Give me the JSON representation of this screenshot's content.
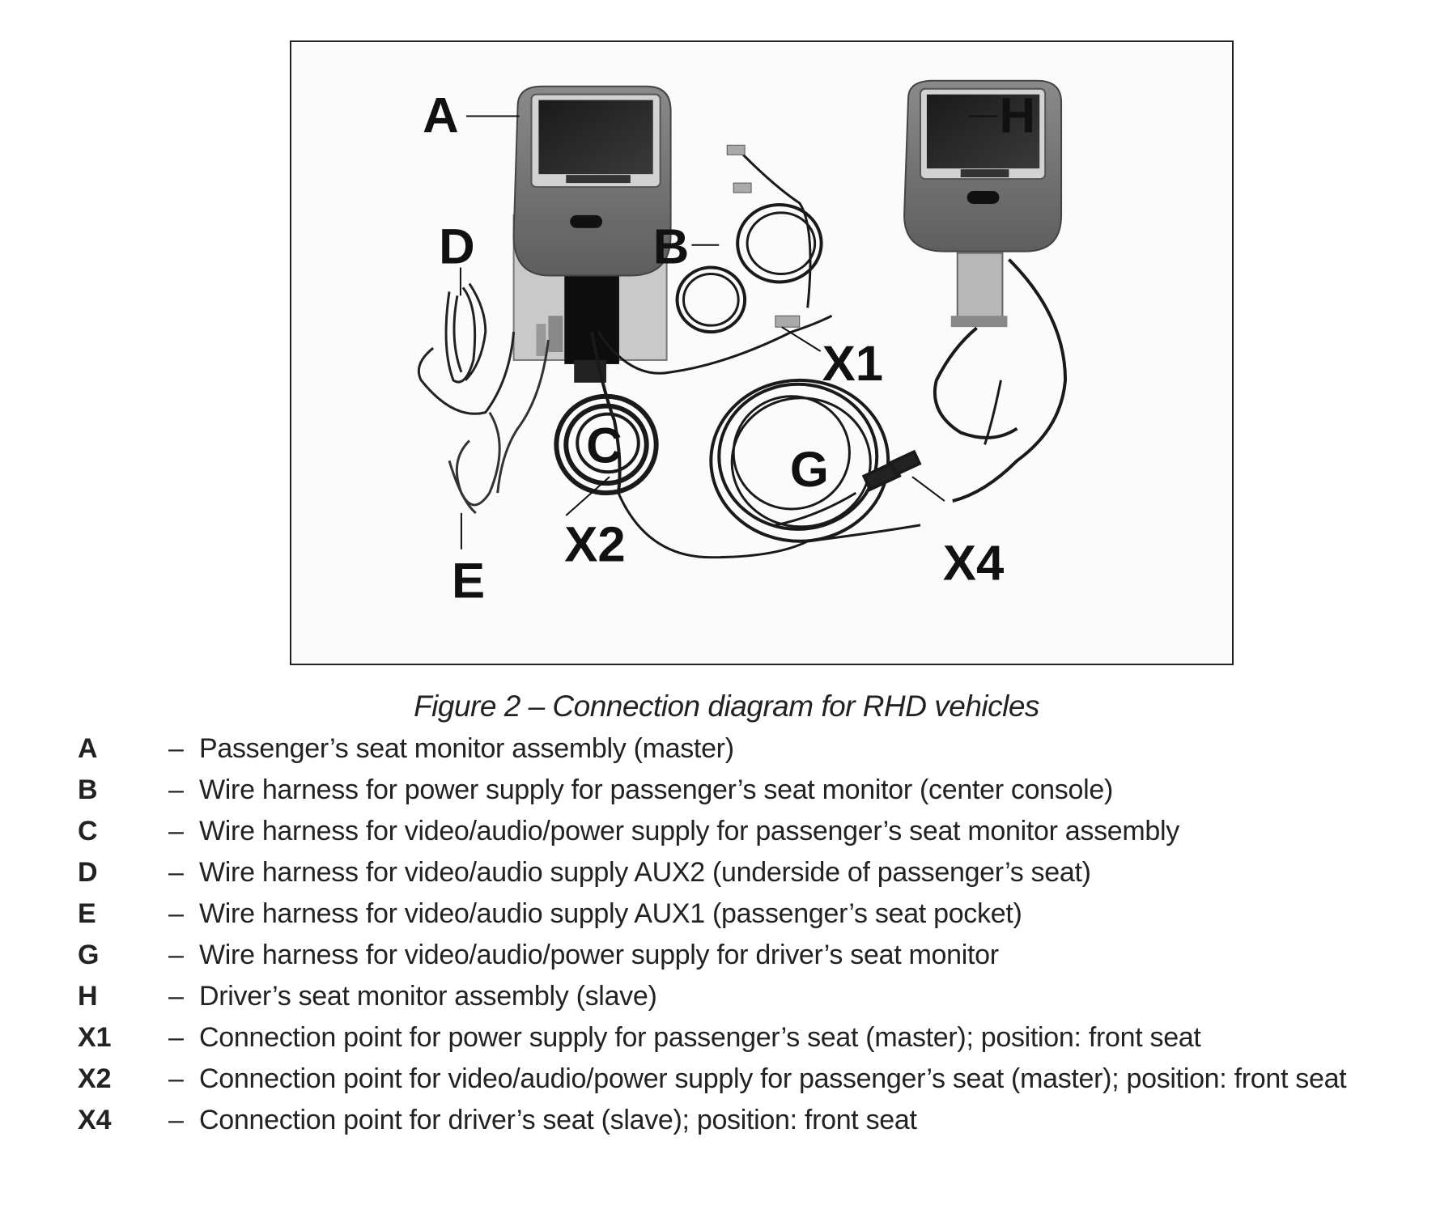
{
  "figure": {
    "callouts": {
      "A": "A",
      "B": "B",
      "C": "C",
      "D": "D",
      "E": "E",
      "G": "G",
      "H": "H",
      "X1": "X1",
      "X2": "X2",
      "X4": "X4"
    },
    "caption": "Figure 2 – Connection diagram for RHD vehicles"
  },
  "legend": {
    "dash": "–",
    "items": [
      {
        "code": "A",
        "text": "Passenger’s seat monitor assembly (master)"
      },
      {
        "code": "B",
        "text": "Wire harness for power supply for passenger’s seat monitor (center console)"
      },
      {
        "code": "C",
        "text": "Wire harness for video/audio/power supply for passenger’s seat monitor assembly"
      },
      {
        "code": "D",
        "text": "Wire harness for video/audio supply AUX2 (underside of passenger’s seat)"
      },
      {
        "code": "E",
        "text": "Wire harness for video/audio supply AUX1 (passenger’s seat pocket)"
      },
      {
        "code": "G",
        "text": "Wire harness for video/audio/power supply for driver’s seat monitor"
      },
      {
        "code": "H",
        "text": "Driver’s seat monitor assembly (slave)"
      },
      {
        "code": "X1",
        "text": "Connection point for power supply for passenger’s seat (master); position: front seat"
      },
      {
        "code": "X2",
        "text": "Connection point for video/audio/power supply for passenger’s seat (master); position: front seat"
      },
      {
        "code": "X4",
        "text": "Connection point for driver’s seat (slave); position: front seat"
      }
    ]
  }
}
